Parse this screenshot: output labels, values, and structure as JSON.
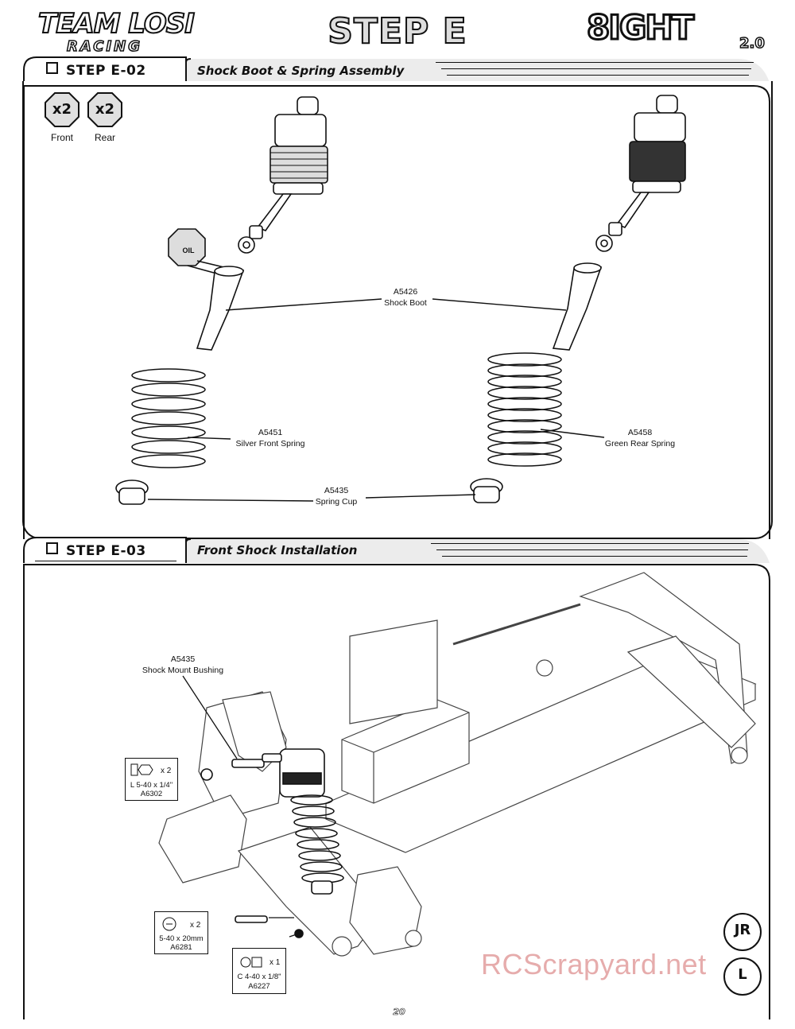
{
  "header": {
    "brand_line1": "TEAM LOSI",
    "brand_line2": "RACING",
    "step_title": "STEP E",
    "product_logo": "8IGHT",
    "product_version": "2.0"
  },
  "sections": [
    {
      "id": "E-02",
      "label": "STEP E-02",
      "title": "Shock Boot & Spring Assembly",
      "badges": [
        {
          "qty": "x2",
          "caption": "Front"
        },
        {
          "qty": "x2",
          "caption": "Rear"
        }
      ],
      "oil_label": "OIL",
      "callouts": {
        "boot_part": "A5426",
        "boot_name": "Shock Boot",
        "front_spring_part": "A5451",
        "front_spring_name": "Silver Front Spring",
        "rear_spring_part": "A5458",
        "rear_spring_name": "Green Rear Spring",
        "cup_part": "A5435",
        "cup_name": "Spring Cup"
      }
    },
    {
      "id": "E-03",
      "label": "STEP E-03",
      "title": "Front Shock Installation",
      "callouts": {
        "bushing_part": "A5435",
        "bushing_name": "Shock Mount Bushing"
      },
      "hardware": [
        {
          "qty": "x 2",
          "spec": "L 5-40 x 1/4\"",
          "part": "A6302"
        },
        {
          "qty": "x 2",
          "spec": "5-40 x 20mm",
          "part": "A6281"
        },
        {
          "qty": "x 1",
          "spec": "C 4-40 x 1/8\"",
          "part": "A6227"
        }
      ],
      "side_badges": [
        "ЈR",
        "L"
      ]
    }
  ],
  "footer": {
    "page_number": "20",
    "watermark": "RCScrapyard.net"
  }
}
